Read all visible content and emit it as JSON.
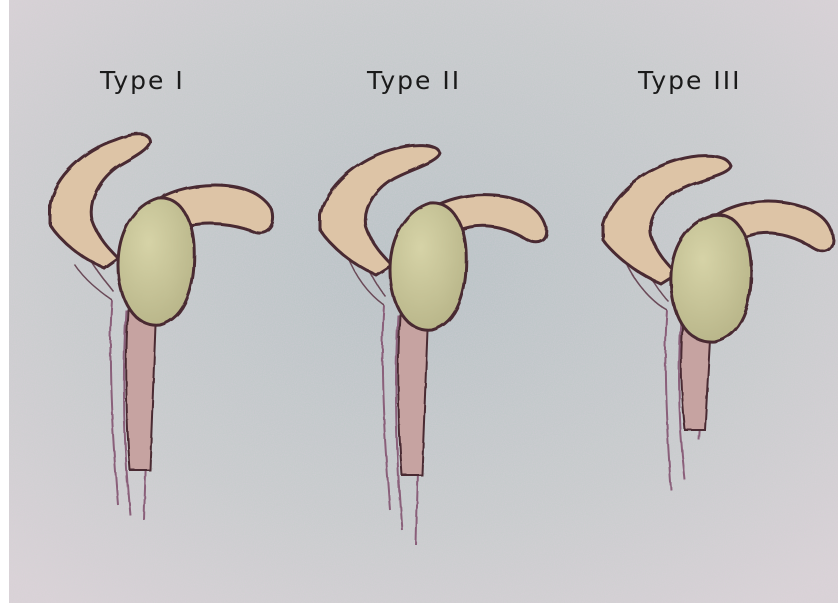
{
  "figure": {
    "labels": [
      "Type I",
      "Type II",
      "Type III"
    ],
    "colors": {
      "background": "#c9cfcf",
      "bone": "#ddc4a6",
      "bone_shade": "#b68f86",
      "outline": "#4a2a32",
      "glenoid": "#b8b589",
      "glenoid_light": "#d6d3a7",
      "neck": "#c6a3a1",
      "speckle": "#c79ac2"
    },
    "scapulae": [
      {
        "type": "Type I",
        "acromion_shape": "flat",
        "acromion_curvature": 0.0
      },
      {
        "type": "Type II",
        "acromion_shape": "curved",
        "acromion_curvature": 0.5
      },
      {
        "type": "Type III",
        "acromion_shape": "hooked",
        "acromion_curvature": 1.0
      }
    ]
  }
}
